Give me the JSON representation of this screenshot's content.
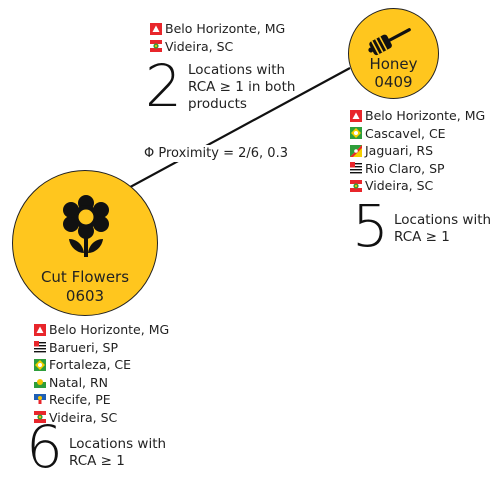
{
  "products": {
    "cut_flowers": {
      "name": "Cut Flowers",
      "code": "0603",
      "icon": "flower-icon",
      "color": "#ffc61e"
    },
    "honey": {
      "name": "Honey",
      "code": "0409",
      "icon": "honey-dipper-icon",
      "color": "#ffc61e"
    }
  },
  "link": {
    "proximity_label": "Φ Proximity = 2/6, 0.3"
  },
  "shared": {
    "locations": [
      {
        "name": "Belo Horizonte, MG",
        "flag": "flag-mg-icon"
      },
      {
        "name": "Videira, SC",
        "flag": "flag-sc-icon"
      }
    ],
    "count": "2",
    "count_text": "Locations with RCA ≥ 1 in both products"
  },
  "honey_locations": {
    "locations": [
      {
        "name": "Belo Horizonte, MG",
        "flag": "flag-mg-icon"
      },
      {
        "name": "Cascavel, CE",
        "flag": "flag-ce-icon"
      },
      {
        "name": "Jaguari, RS",
        "flag": "flag-rs-icon"
      },
      {
        "name": "Rio Claro, SP",
        "flag": "flag-sp-icon"
      },
      {
        "name": "Videira, SC",
        "flag": "flag-sc-icon"
      }
    ],
    "count": "5",
    "count_text": "Locations with RCA ≥ 1"
  },
  "flower_locations": {
    "locations": [
      {
        "name": "Belo Horizonte, MG",
        "flag": "flag-mg-icon"
      },
      {
        "name": "Barueri, SP",
        "flag": "flag-sp-icon"
      },
      {
        "name": "Fortaleza, CE",
        "flag": "flag-ce-icon"
      },
      {
        "name": "Natal, RN",
        "flag": "flag-rn-icon"
      },
      {
        "name": "Recife, PE",
        "flag": "flag-pe-icon"
      },
      {
        "name": "Videira, SC",
        "flag": "flag-sc-icon"
      }
    ],
    "count": "6",
    "count_text": "Locations with RCA ≥ 1"
  }
}
